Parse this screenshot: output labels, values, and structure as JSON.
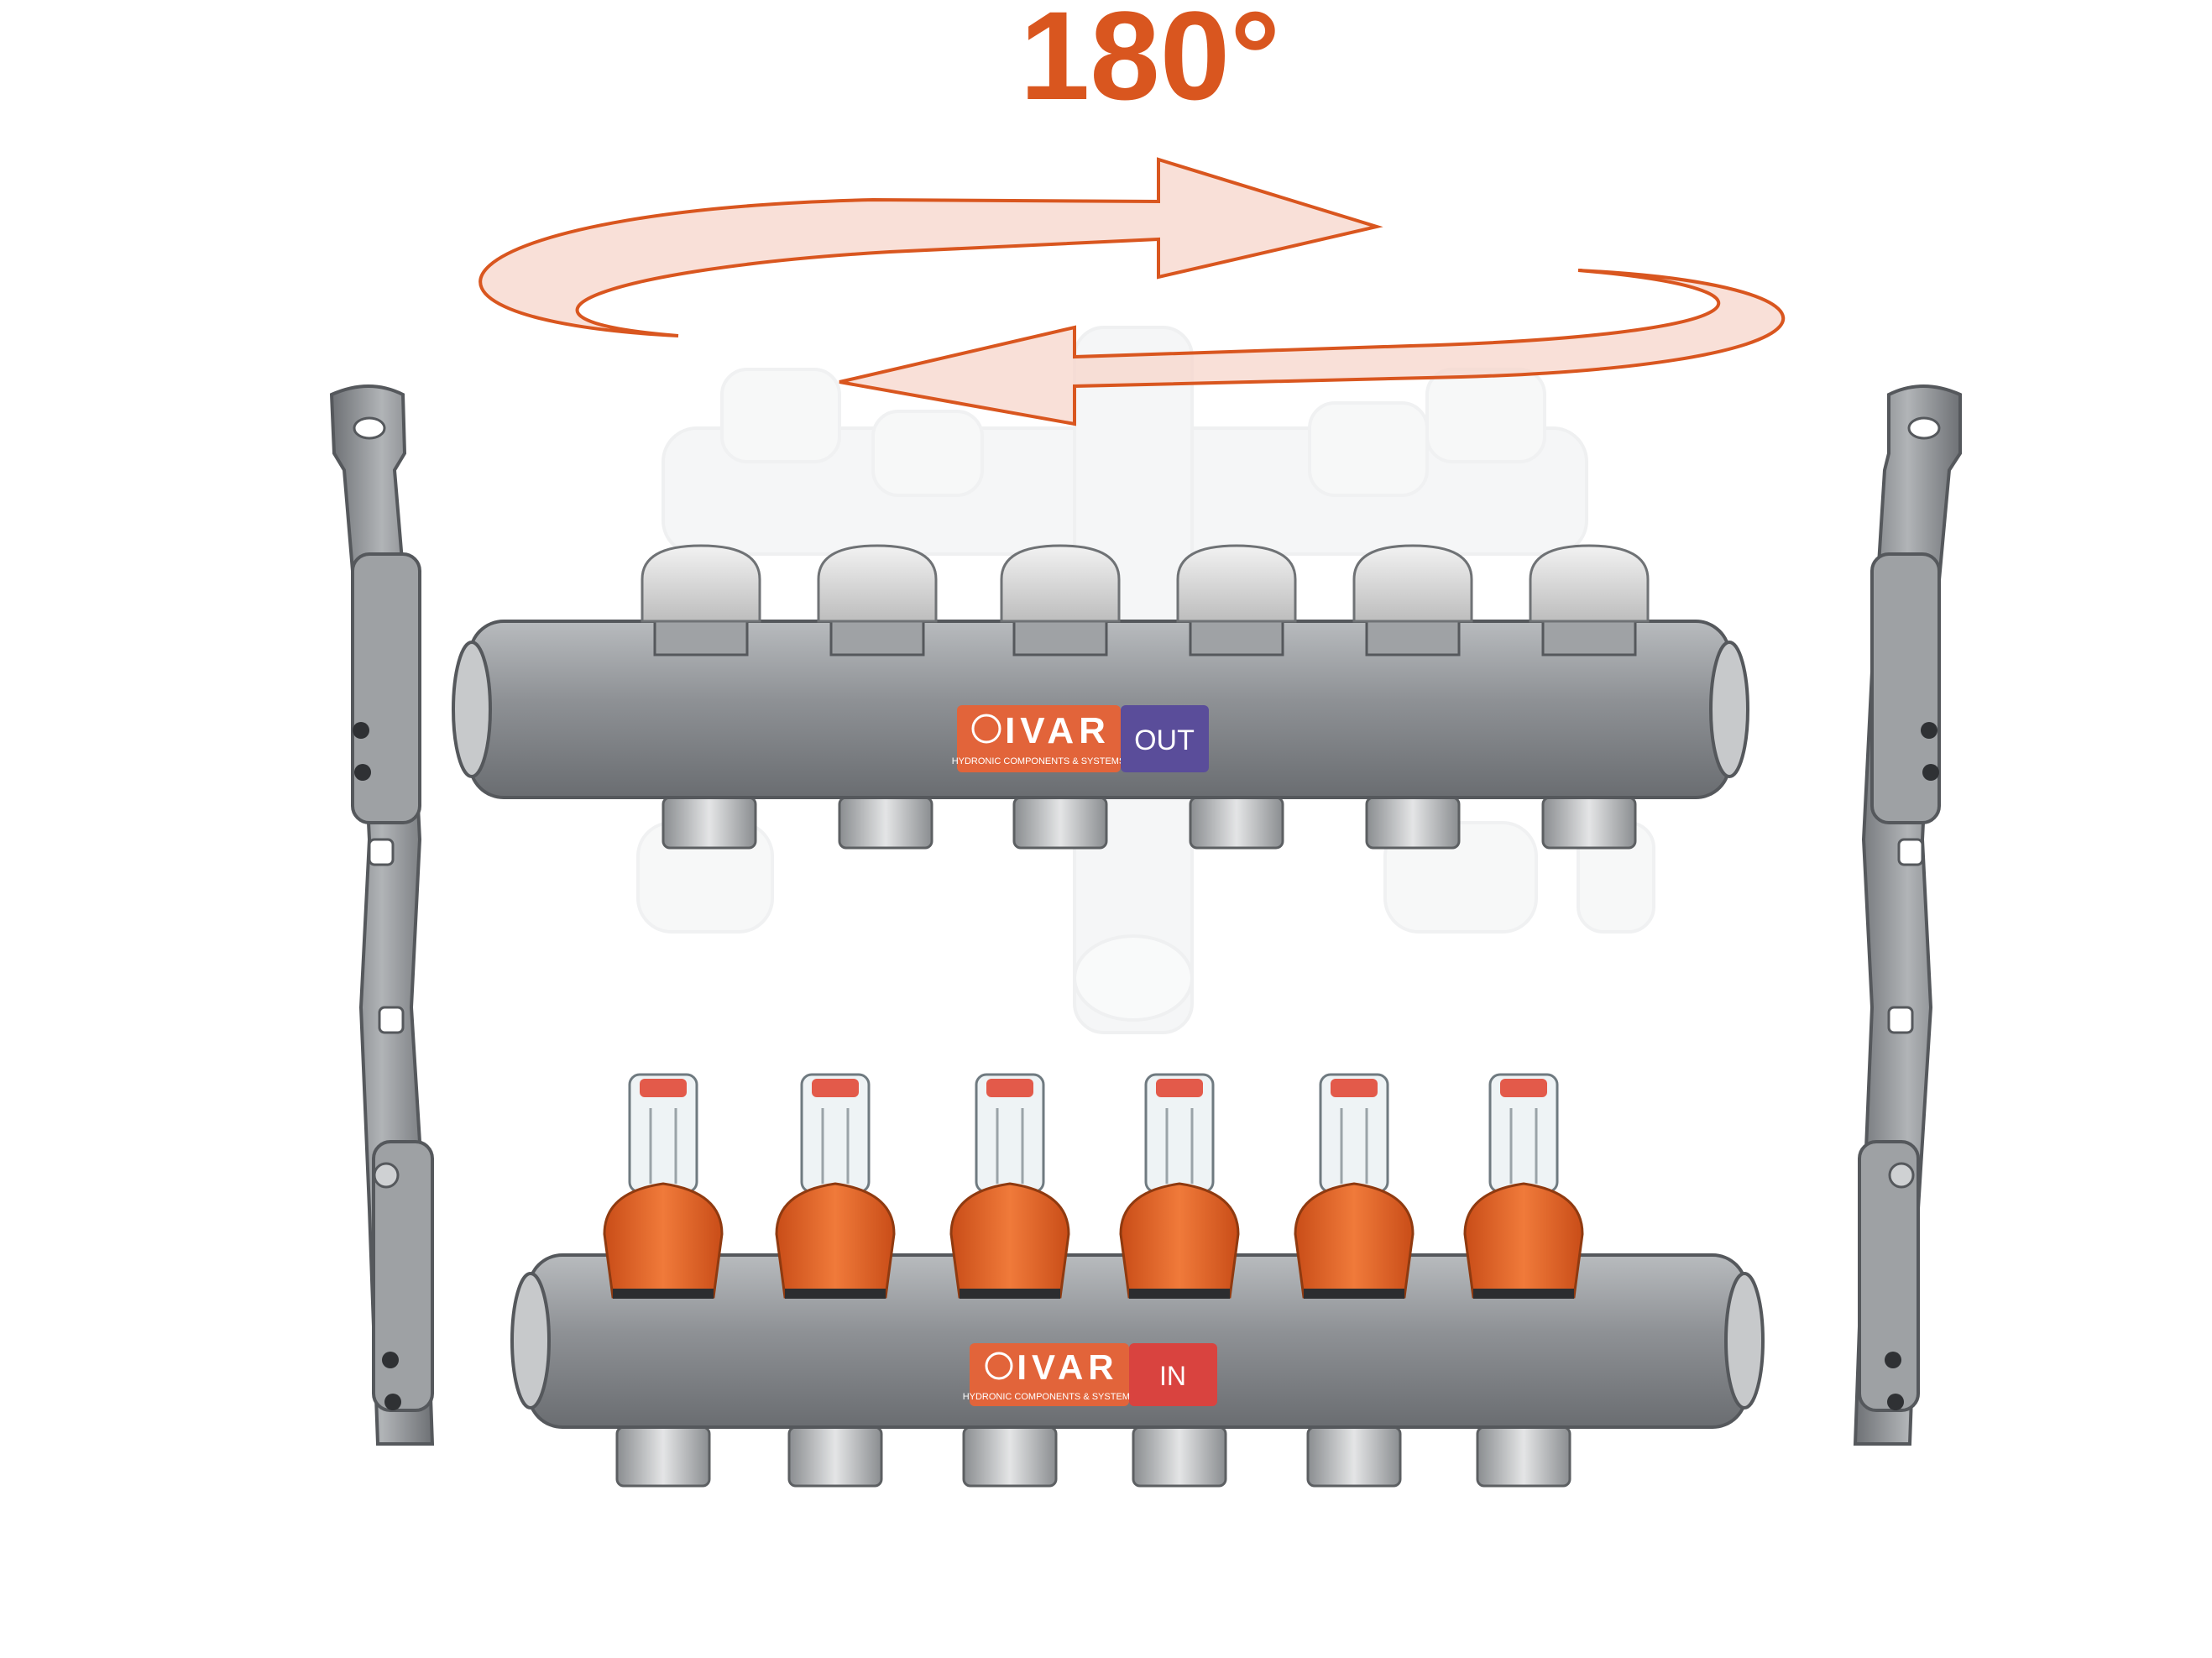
{
  "rotation": {
    "label": "180°",
    "color": "#d9561f"
  },
  "brand": {
    "name": "IVAR",
    "tagline": "HYDRONIC COMPONENTS & SYSTEMS",
    "color": "#e2643a"
  },
  "manifolds": {
    "out": {
      "label": "OUT",
      "label_color": "#5a4d9a",
      "outlets": 6,
      "valve": "white-cap"
    },
    "in": {
      "label": "IN",
      "label_color": "#d9433f",
      "outlets": 6,
      "valve": "orange-flow-meter"
    }
  },
  "colors": {
    "steel": "#8f9296",
    "steel_light": "#b7babd",
    "steel_dark": "#5f6266",
    "orange": "#e8632b",
    "ghost": "#eceeef"
  }
}
